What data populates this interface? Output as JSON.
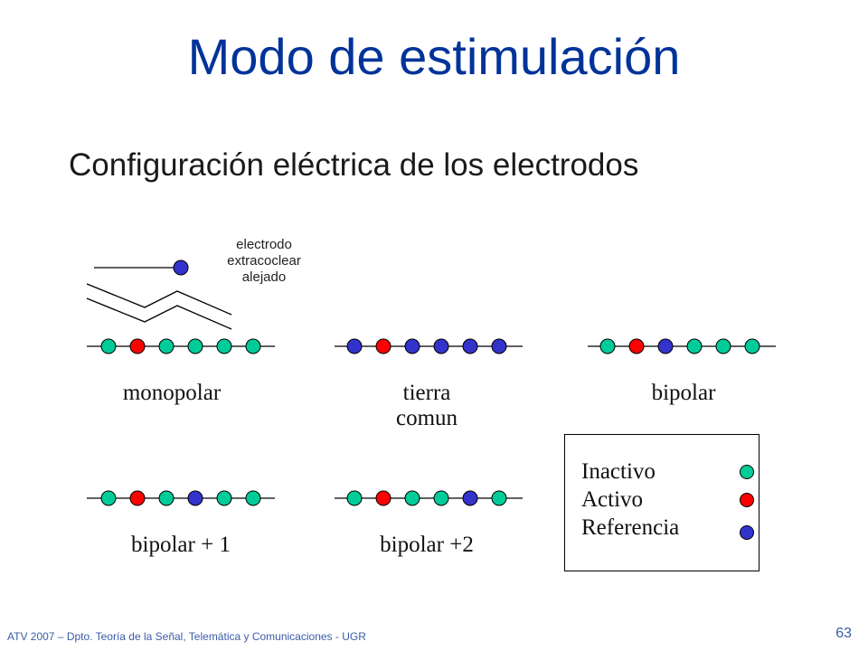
{
  "slide": {
    "title": "Modo de estimulación",
    "subtitle": "Configuración eléctrica de los electrodos"
  },
  "electrode_label": {
    "lines": [
      "electrodo",
      "extracoclear",
      "alejado"
    ]
  },
  "configurations": [
    {
      "name": "monopolar",
      "lines": [
        "monopolar"
      ],
      "states": [
        "inactive",
        "active",
        "inactive",
        "inactive",
        "inactive",
        "inactive"
      ]
    },
    {
      "name": "tierra-comun",
      "lines": [
        "tierra",
        "comun"
      ],
      "states": [
        "reference",
        "active",
        "reference",
        "reference",
        "reference",
        "reference"
      ]
    },
    {
      "name": "bipolar",
      "lines": [
        "bipolar"
      ],
      "states": [
        "inactive",
        "active",
        "reference",
        "inactive",
        "inactive",
        "inactive"
      ]
    },
    {
      "name": "bipolar-plus-1",
      "lines": [
        "bipolar + 1"
      ],
      "states": [
        "inactive",
        "active",
        "inactive",
        "reference",
        "inactive",
        "inactive"
      ]
    },
    {
      "name": "bipolar-plus-2",
      "lines": [
        "bipolar +2"
      ],
      "states": [
        "inactive",
        "active",
        "inactive",
        "inactive",
        "reference",
        "inactive"
      ]
    }
  ],
  "legend": {
    "items": [
      {
        "label": "Inactivo",
        "state": "inactive"
      },
      {
        "label": "Activo",
        "state": "active"
      },
      {
        "label": "Referencia",
        "state": "reference"
      }
    ]
  },
  "colors": {
    "inactive": "#00cc99",
    "active": "#ff0000",
    "reference": "#3333cc",
    "title": "#003399",
    "footer": "#3b5ba8"
  },
  "footer": {
    "text": "ATV 2007 – Dpto. Teoría de la Señal, Telemática y Comunicaciones - UGR",
    "page": "63"
  }
}
